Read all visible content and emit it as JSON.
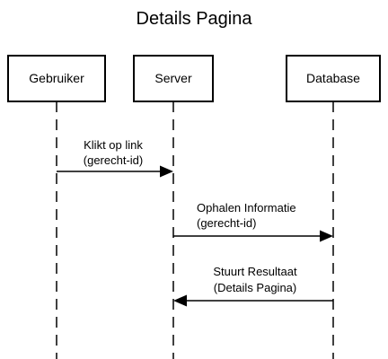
{
  "title": "Details Pagina",
  "participants": [
    {
      "id": "gebruiker",
      "label": "Gebruiker"
    },
    {
      "id": "server",
      "label": "Server"
    },
    {
      "id": "database",
      "label": "Database"
    }
  ],
  "messages": [
    {
      "from": "gebruiker",
      "to": "server",
      "line1": "Klikt op link",
      "line2": "(gerecht-id)"
    },
    {
      "from": "server",
      "to": "database",
      "line1": "Ophalen Informatie",
      "line2": "(gerecht-id)"
    },
    {
      "from": "database",
      "to": "server",
      "line1": "Stuurt Resultaat",
      "line2": "(Details Pagina)"
    }
  ],
  "colors": {
    "line": "#000000",
    "box_fill": "#ffffff",
    "text": "#000000"
  }
}
